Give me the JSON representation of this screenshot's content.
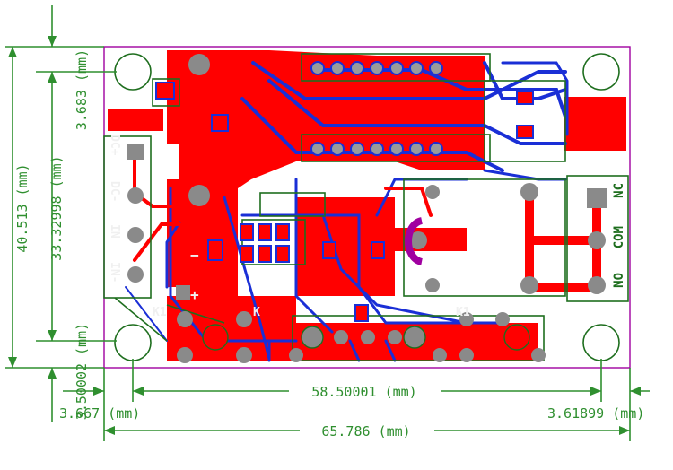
{
  "dimensions": {
    "height_total": "40.513 (mm)",
    "height_top": "3.683 (mm)",
    "height_mid": "33.32998 (mm)",
    "height_bottom_label": "3.50002 (mm)",
    "width_total": "65.786 (mm)",
    "width_mid": "58.50001 (mm)",
    "width_left": "3.667 (mm)",
    "width_right": "3.61899 (mm)"
  },
  "silkscreen": {
    "dc_plus": "DC+",
    "dc_minus": "DC-",
    "in": "IN",
    "in_minus": "IN-",
    "k1_left": "K1",
    "k1_right": "K1",
    "k_mid": "K",
    "nc": "NC",
    "com": "COM",
    "no": "NO",
    "plus": "+",
    "minus": "−"
  },
  "colors": {
    "copper_top": "#ff0000",
    "copper_bottom": "#1a2fd6",
    "pad": "#8a8a8a",
    "silk_outline": "#1e6e1e",
    "dimension": "#2f8f2f",
    "board_edge": "#a000a0",
    "highlight": "#ff00ff"
  }
}
